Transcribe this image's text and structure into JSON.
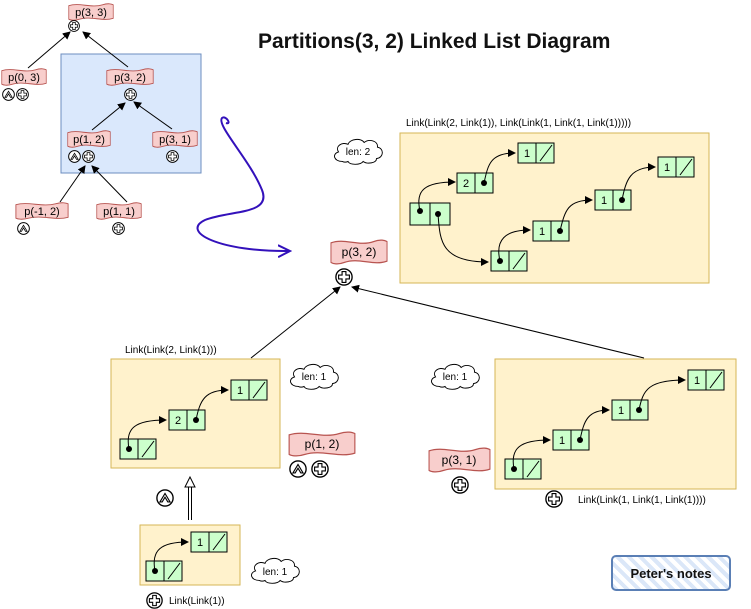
{
  "title": "Partitions(3, 2) Linked List Diagram",
  "notes_label": "Peter's notes",
  "tree": {
    "root": "p(3, 3)",
    "n03": "p(0, 3)",
    "n32": "p(3, 2)",
    "n12": "p(1, 2)",
    "n31": "p(3, 1)",
    "nm12": "p(-1, 2)",
    "n11": "p(1, 1)"
  },
  "center_node": "p(3, 2)",
  "top_box": {
    "caption": "Link(Link(2, Link(1)), Link(Link(1, Link(1, Link(1)))))",
    "len": "len: 2",
    "values": [
      "2",
      "1",
      "1",
      "1",
      "1"
    ]
  },
  "left_box": {
    "caption": "Link(Link(2, Link(1)))",
    "len": "len: 1",
    "node": "p(1, 2)",
    "values": [
      "2",
      "1"
    ]
  },
  "right_box": {
    "caption": "Link(Link(1, Link(1, Link(1))))",
    "len": "len: 1",
    "node": "p(3, 1)",
    "values": [
      "1",
      "1",
      "1"
    ]
  },
  "bottom_box": {
    "caption": "Link(Link(1))",
    "len": "len: 1",
    "values": [
      "1"
    ]
  },
  "colors": {
    "tree_highlight": "#dae8fc",
    "box_fill": "#fff2cc",
    "cell_fill": "#ccffcc",
    "node_fill": "#f8cecc",
    "node_stroke": "#b85450",
    "curve_arrow": "#3311bb"
  }
}
